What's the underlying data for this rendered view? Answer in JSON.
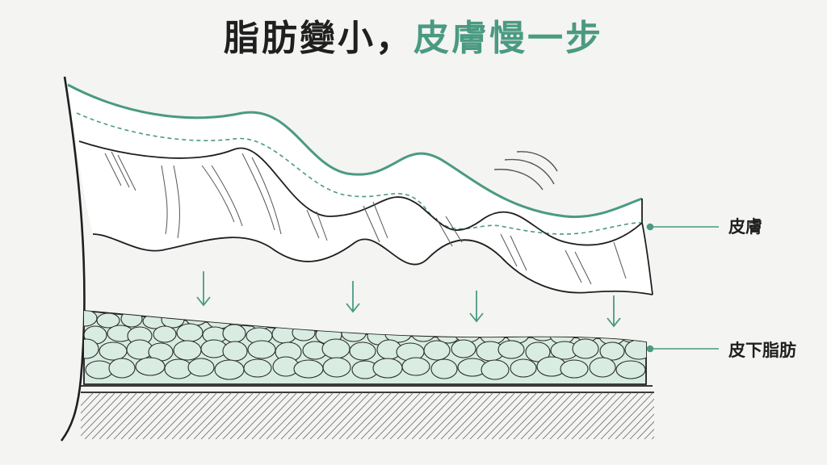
{
  "title": {
    "part1": "脂肪變小，",
    "part2": "皮膚慢一步"
  },
  "labels": {
    "skin": "皮膚",
    "fat": "皮下脂肪"
  },
  "colors": {
    "accent": "#4a9a82",
    "ink": "#1f1f1f",
    "fat_fill": "#d8ece2",
    "background": "#f4f4f2"
  }
}
